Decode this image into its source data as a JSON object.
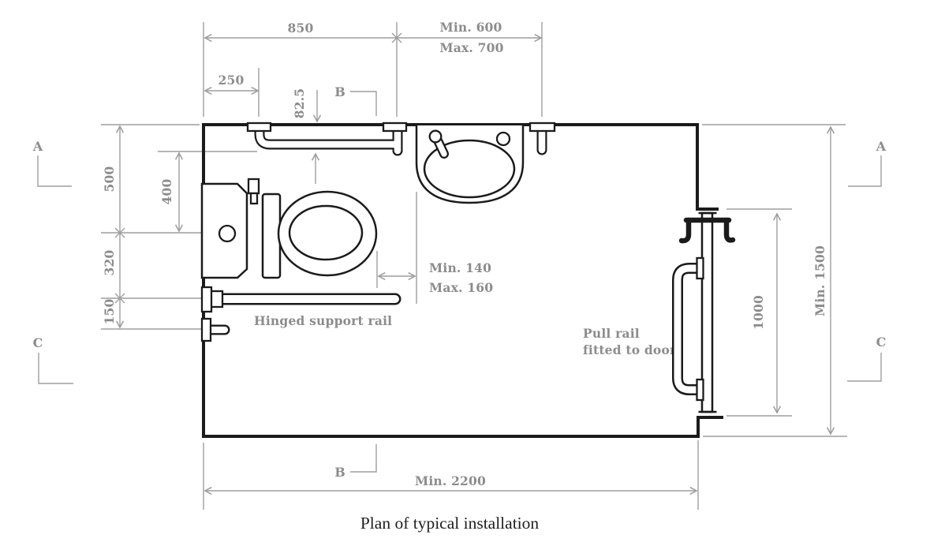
{
  "title": "Plan of typical installation",
  "colors": {
    "line_black": "#1b1b1b",
    "dim_gray": "#9e9e9e",
    "dim_text_gray": "#8c8c8c",
    "background": "#ffffff"
  },
  "dims": {
    "top_span_left": "850",
    "top_span_right_min": "Min. 600",
    "top_span_right_max": "Max. 700",
    "corner_offset": "250",
    "rail_wall_offset": "82.5",
    "wall_to_wc_centre": "500",
    "rail_to_wc_centre": "400",
    "wc_to_support_rail": "320",
    "support_rail_to_holder": "150",
    "bowl_gap_min": "Min. 140",
    "bowl_gap_max": "Max. 160",
    "pull_rail_length": "1000",
    "room_depth": "Min. 1500",
    "room_length": "Min. 2200"
  },
  "labels": {
    "hinged_rail": "Hinged support rail",
    "pull_rail_line1": "Pull rail",
    "pull_rail_line2": "fitted to door"
  },
  "section_markers": {
    "a_left": "A",
    "a_right": "A",
    "b_top": "B",
    "b_bottom": "B",
    "c_left": "C",
    "c_right": "C"
  }
}
